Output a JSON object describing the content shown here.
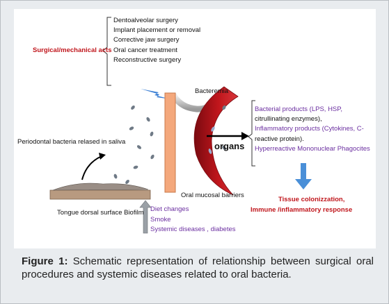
{
  "diagram": {
    "surgical_label": "Surgical/mechanical acts",
    "procedures": [
      "Dentoalveolar surgery",
      "Implant placement or removal",
      "Corrective jaw surgery",
      "Oral cancer treatment",
      "Reconstructive surgery"
    ],
    "bacteremia_label": "Bacteremia",
    "organs_label": "organs",
    "periodontal_label": "Periodontal bacteria relased in saliva",
    "biofilm_label": "Tongue dorsal  surface Biofilm",
    "barrier_label": "Oral mucosal barriers",
    "products": [
      "Bacterial products (LPS, HSP,",
      "citrullinating enzymes),",
      "Inflammatory products (Cytokines, C-",
      "reactive protein).",
      "Hyperreactive Mononuclear Phagocites"
    ],
    "outcome": [
      "Tissue colonizzation,",
      "Immune /inflammatory response"
    ],
    "factors": [
      "Diet changes",
      "Smoke",
      "Systemic diseases , diabetes"
    ],
    "colors": {
      "red_text": "#c0161c",
      "purple_text": "#6b2fa0",
      "organ": "#b5121b",
      "barrier": "#f4a87c",
      "down_arrow": "#4a8fd8",
      "lightning": "#3b7fd4"
    }
  },
  "caption": {
    "label": "Figure 1:",
    "text": " Schematic representation of relationship between surgical oral procedures and systemic diseases related to oral bacteria."
  }
}
